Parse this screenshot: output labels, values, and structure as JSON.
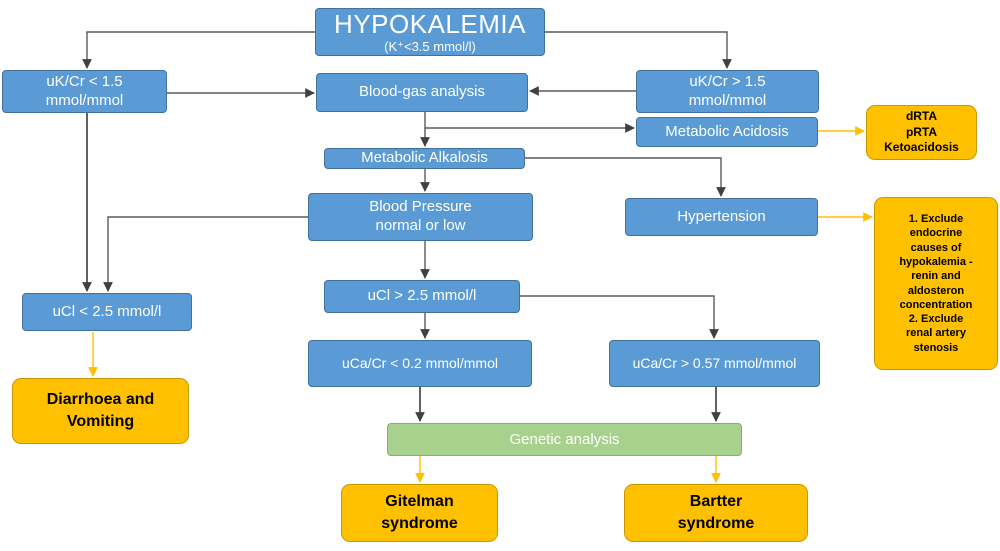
{
  "colors": {
    "process": "#5b9bd5",
    "outcome": "#ffc000",
    "genetic": "#a9d18e",
    "flow_arrow": "#404040",
    "outcome_arrow": "#ffc000"
  },
  "diagram": {
    "title": "HYPOKALEMIA",
    "title_sub": "(K⁺<3.5 mmol/l)",
    "nodes": {
      "ukcr_low": [
        "uK/Cr < 1.5",
        "mmol/mmol"
      ],
      "blood_gas": "Blood-gas analysis",
      "ukcr_high": [
        "uK/Cr  > 1.5",
        "mmol/mmol"
      ],
      "metabolic_acidosis": "Metabolic Acidosis",
      "acidosis_causes": [
        "dRTA",
        "pRTA",
        "Ketoacidosis"
      ],
      "metabolic_alkalosis": "Metabolic Alkalosis",
      "blood_pressure": [
        "Blood Pressure",
        "normal or low"
      ],
      "hypertension": "Hypertension",
      "hypertension_workup": [
        "1. Exclude",
        "endocrine",
        "causes of",
        "hypokalemia -",
        "renin and",
        "aldosteron",
        "concentration",
        "2. Exclude",
        "renal artery",
        "stenosis"
      ],
      "ucl_low": "uCl < 2.5 mmol/l",
      "ucl_high": "uCl > 2.5 mmol/l",
      "diarrhoea": [
        "Diarrhoea and",
        "Vomiting"
      ],
      "ucacr_low": "uCa/Cr < 0.2 mmol/mmol",
      "ucacr_high": "uCa/Cr > 0.57 mmol/mmol",
      "genetic": "Genetic analysis",
      "gitelman": [
        "Gitelman",
        "syndrome"
      ],
      "bartter": [
        "Bartter",
        "syndrome"
      ]
    }
  }
}
